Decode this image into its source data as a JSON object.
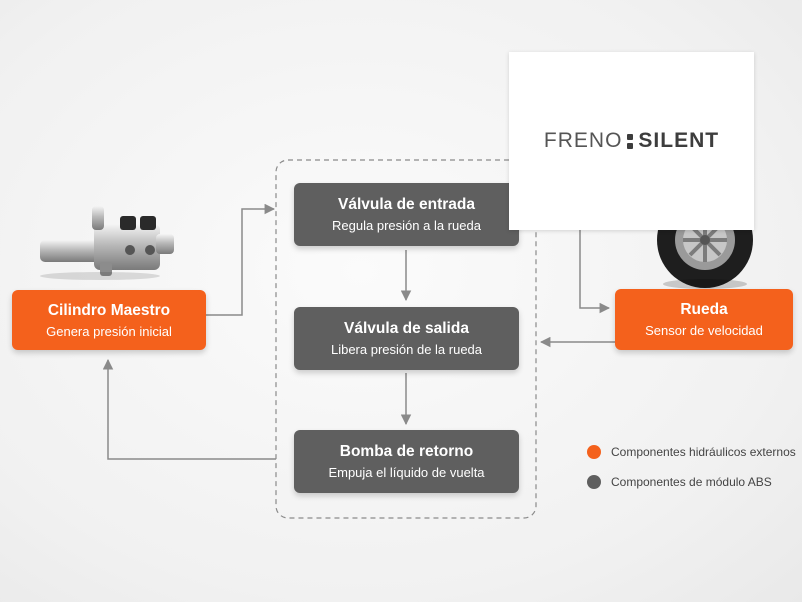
{
  "logo": {
    "left": "FRENO",
    "right": "SILENT"
  },
  "nodes": {
    "master": {
      "title": "Cilindro Maestro",
      "subtitle": "Genera presión inicial"
    },
    "inlet": {
      "title": "Válvula de entrada",
      "subtitle": "Regula presión a la rueda"
    },
    "outlet": {
      "title": "Válvula de salida",
      "subtitle": "Libera presión de la rueda"
    },
    "pump": {
      "title": "Bomba de retorno",
      "subtitle": "Empuja el líquido de vuelta"
    },
    "wheel": {
      "title": "Rueda",
      "subtitle": "Sensor de velocidad"
    }
  },
  "legend": [
    {
      "label": "Componentes hidráulicos externos",
      "color": "#f4611c"
    },
    {
      "label": "Componentes de módulo ABS",
      "color": "#5f5f5f"
    }
  ],
  "colors": {
    "orange": "#f4611c",
    "gray": "#5f5f5f",
    "line": "#8a8a8a"
  },
  "icons": [
    "master-cylinder-image",
    "tire-image"
  ]
}
